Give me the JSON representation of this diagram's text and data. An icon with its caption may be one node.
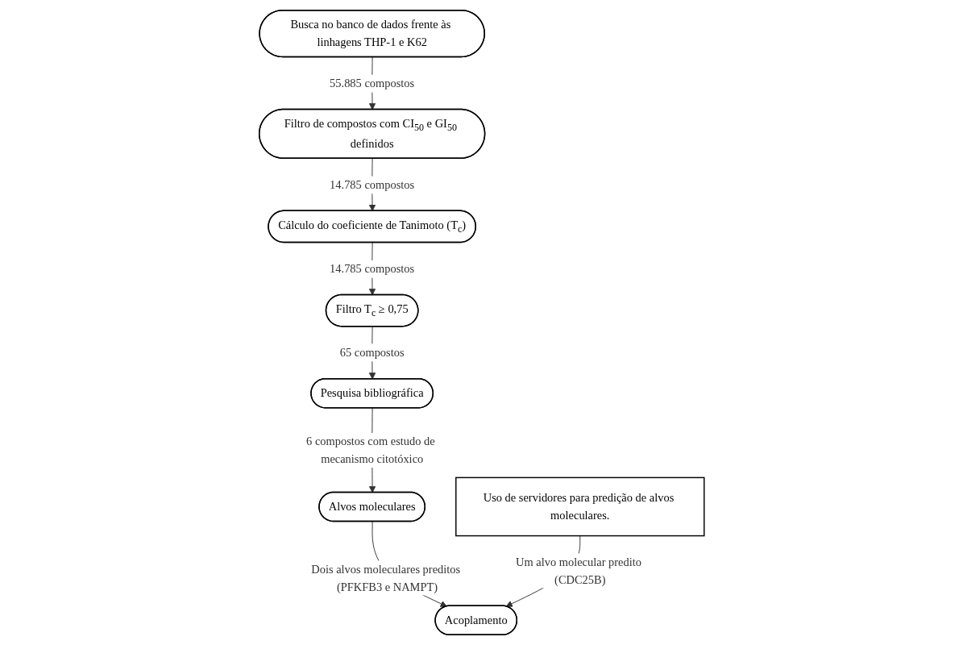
{
  "diagram": {
    "nodes": [
      {
        "text": [
          "Busca no banco de dados frente às linhagens THP-1 e K62"
        ]
      },
      {
        "text": [
          "Filtro de compostos com CI$_{50}$ e GI$_{50}$ definidos"
        ]
      },
      {
        "text": [
          "Cálculo do coeficiente de Tanimoto (T$_{c}$)"
        ]
      },
      {
        "text": [
          "Filtro T$_{c}$ ≥ 0,75"
        ]
      },
      {
        "text": [
          "Pesquisa bibliográfica"
        ]
      },
      {
        "text": [
          "Alvos moleculares"
        ]
      },
      {
        "text": [
          "Acoplamento"
        ]
      },
      {
        "text": [
          "Uso de servidores para predição de alvos moleculares."
        ]
      }
    ],
    "edges": [
      {
        "from": 0,
        "to": 1,
        "arrow": "to",
        "label": "55.885 compostos"
      },
      {
        "from": 1,
        "to": 2,
        "arrow": "to",
        "label": "14.785 compostos"
      },
      {
        "from": 2,
        "to": 3,
        "arrow": "to",
        "label": "14.785 compostos"
      },
      {
        "from": 3,
        "to": 4,
        "arrow": "to",
        "label": "65 compostos"
      },
      {
        "from": 4,
        "to": 5,
        "arrow": "to",
        "label": "6 compostos com estudo de mecanismo citotóxico"
      },
      {
        "from": 5,
        "to": 6,
        "arrow": "to",
        "label": "Dois alvos moleculares preditos (PFKFB3 e NAMPT)"
      },
      {
        "from": 7,
        "to": 6,
        "arrow": "to",
        "label": "Um alvo molecular predito (CDC25B)"
      }
    ]
  }
}
